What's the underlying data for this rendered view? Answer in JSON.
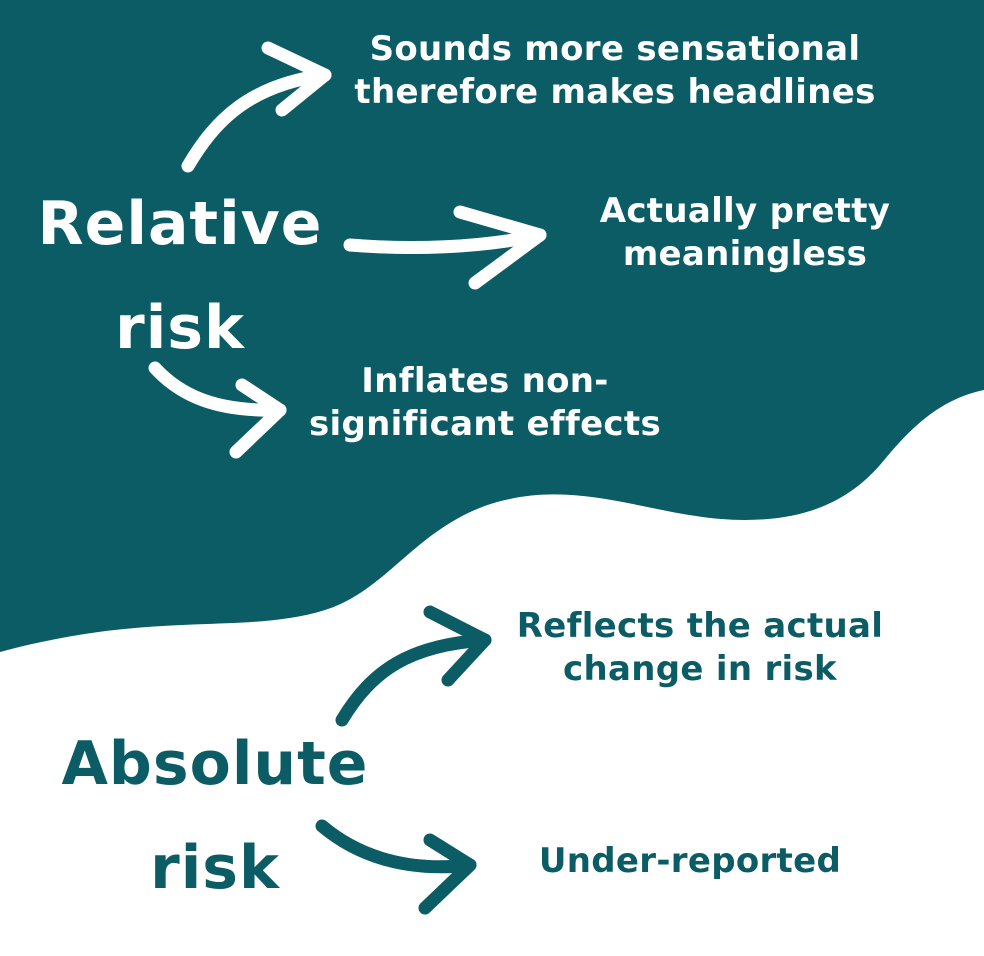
{
  "colors": {
    "teal": "#0c5c66",
    "white": "#ffffff"
  },
  "relative": {
    "title_line1": "Relative",
    "title_line2": "risk",
    "points": [
      {
        "line1": "Sounds more sensational",
        "line2": "therefore makes headlines"
      },
      {
        "line1": "Actually pretty",
        "line2": "meaningless"
      },
      {
        "line1": "Inflates non-",
        "line2": "significant effects"
      }
    ]
  },
  "absolute": {
    "title_line1": "Absolute",
    "title_line2": "risk",
    "points": [
      {
        "line1": "Reflects the actual",
        "line2": "change in risk"
      },
      {
        "line1": "Under-reported",
        "line2": ""
      }
    ]
  }
}
